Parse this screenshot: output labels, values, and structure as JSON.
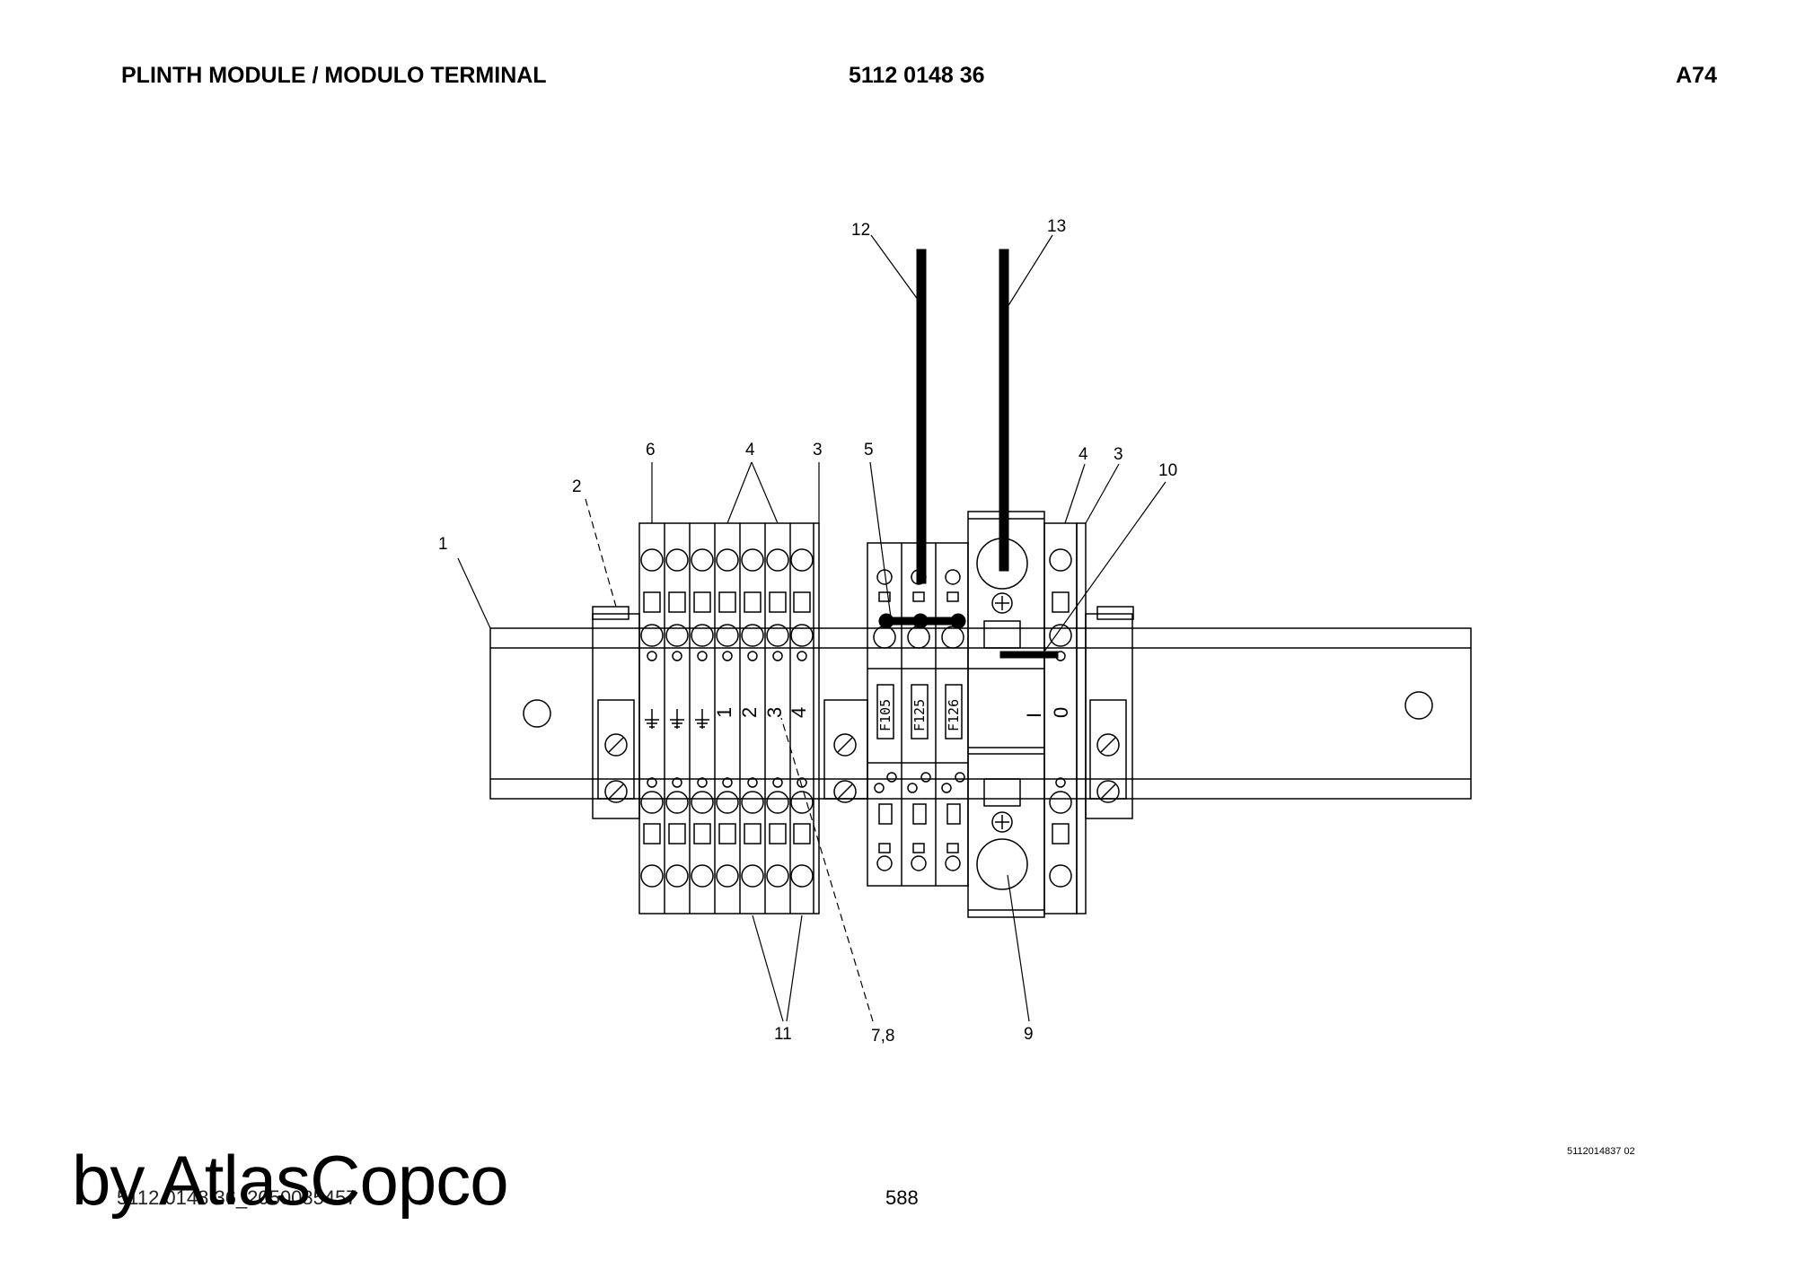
{
  "header": {
    "title": "PLINTH MODULE / MODULO TERMINAL",
    "part_number": "5112 0148 36",
    "page_ref": "A74"
  },
  "diagram": {
    "callouts": [
      "1",
      "2",
      "6",
      "4",
      "3",
      "5",
      "12",
      "13",
      "4",
      "3",
      "10",
      "11",
      "7,8",
      "9"
    ],
    "terminal_numbers": [
      "1",
      "2",
      "3",
      "4"
    ],
    "fuse_labels": [
      "F105",
      "F125",
      "F126"
    ],
    "switch_labels": [
      "I",
      "0"
    ]
  },
  "footer": {
    "reference_code": "5112014837 02",
    "document_code": "5112 0148 36_2050085457",
    "page_number": "588",
    "watermark": "by AtlasCopco"
  }
}
